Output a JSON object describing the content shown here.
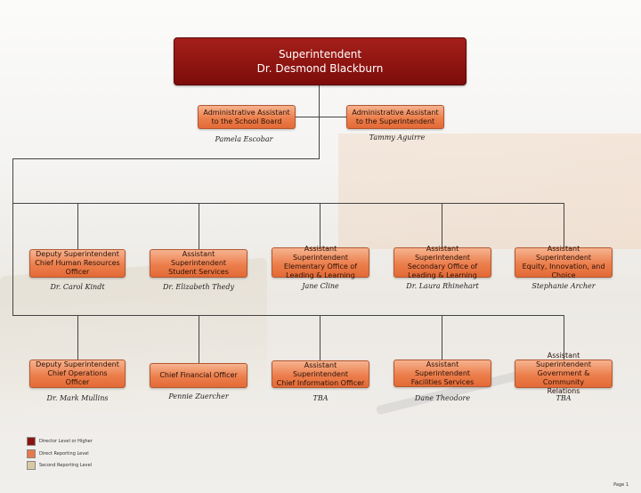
{
  "top": {
    "title": "Superintendent",
    "name": "Dr. Desmond Blackburn"
  },
  "assistants": [
    {
      "label": "Administrative Assistant\nto the School Board",
      "name": "Pamela Escobar"
    },
    {
      "label": "Administrative Assistant\nto the Superintendent",
      "name": "Tammy Aguirre"
    }
  ],
  "row1": [
    {
      "label": "Deputy Superintendent\nChief Human Resources\nOfficer",
      "name": "Dr. Carol Kindt"
    },
    {
      "label": "Assistant Superintendent\nStudent Services",
      "name": "Dr. Elizabeth Thedy"
    },
    {
      "label": "Assistant Superintendent\nElementary Office of\nLeading & Learning",
      "name": "Jane Cline"
    },
    {
      "label": "Assistant Superintendent\nSecondary Office of\nLeading & Learning",
      "name": "Dr. Laura Rhinehart"
    },
    {
      "label": "Assistant Superintendent\nEquity, Innovation, and\nChoice",
      "name": "Stephanie Archer"
    }
  ],
  "row2": [
    {
      "label": "Deputy Superintendent\nChief Operations\nOfficer",
      "name": "Dr. Mark Mullins"
    },
    {
      "label": "Chief Financial Officer",
      "name": "Pennie Zuercher"
    },
    {
      "label": "Assistant Superintendent\nChief Information Officer",
      "name": "TBA"
    },
    {
      "label": "Assistant Superintendent\nFacilities Services",
      "name": "Dane Theodore"
    },
    {
      "label": "Assistant Superintendent\nGovernment & Community\nRelations",
      "name": "TBA"
    }
  ],
  "legend": [
    {
      "label": "Director Level or Higher",
      "color": "#8b1410"
    },
    {
      "label": "Direct Reporting Level",
      "color": "#e9784a"
    },
    {
      "label": "Second Reporting Level",
      "color": "#d9c9a3"
    }
  ],
  "page": "Page 1"
}
